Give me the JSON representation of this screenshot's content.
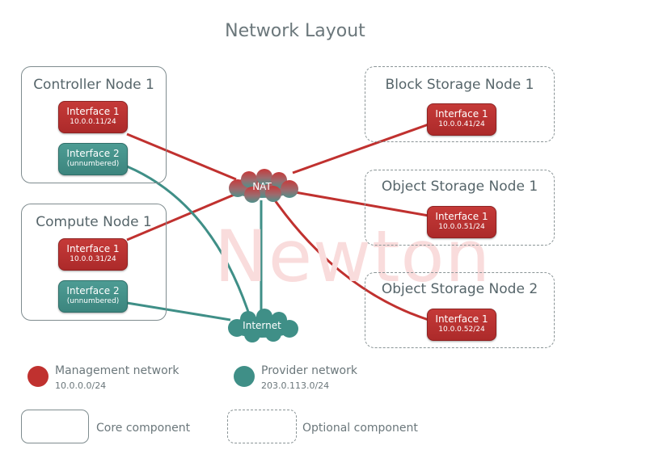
{
  "title": "Network Layout",
  "watermark": "Newton",
  "colors": {
    "management": "#c0312f",
    "provider": "#3f8f87",
    "border": "#7f8c8f"
  },
  "nodes": {
    "controller": {
      "title": "Controller Node 1",
      "interfaces": [
        {
          "name": "Interface 1",
          "address": "10.0.0.11/24"
        },
        {
          "name": "Interface 2",
          "address": "(unnumbered)"
        }
      ]
    },
    "compute": {
      "title": "Compute Node 1",
      "interfaces": [
        {
          "name": "Interface 1",
          "address": "10.0.0.31/24"
        },
        {
          "name": "Interface 2",
          "address": "(unnumbered)"
        }
      ]
    },
    "block_storage": {
      "title": "Block Storage Node 1",
      "interfaces": [
        {
          "name": "Interface 1",
          "address": "10.0.0.41/24"
        }
      ]
    },
    "object_storage_1": {
      "title": "Object Storage Node 1",
      "interfaces": [
        {
          "name": "Interface 1",
          "address": "10.0.0.51/24"
        }
      ]
    },
    "object_storage_2": {
      "title": "Object Storage Node 2",
      "interfaces": [
        {
          "name": "Interface 1",
          "address": "10.0.0.52/24"
        }
      ]
    }
  },
  "clouds": {
    "nat": "NAT",
    "internet": "Internet"
  },
  "legend": {
    "management": {
      "label": "Management network",
      "subnet": "10.0.0.0/24"
    },
    "provider": {
      "label": "Provider network",
      "subnet": "203.0.113.0/24"
    },
    "core": "Core component",
    "optional": "Optional component"
  }
}
